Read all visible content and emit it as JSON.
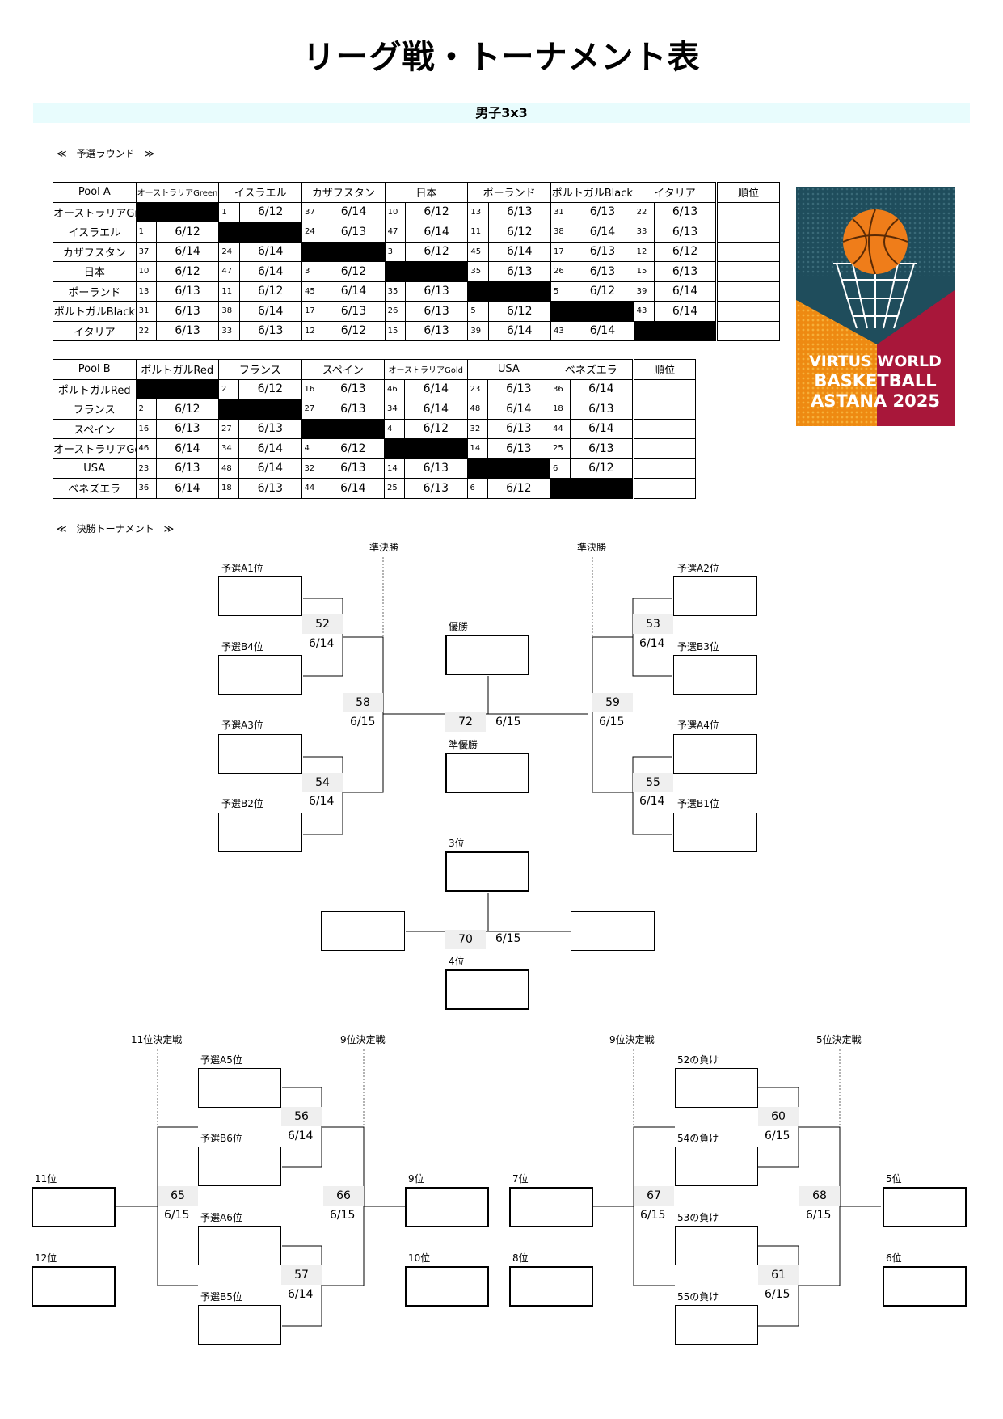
{
  "title": "リーグ戦・トーナメント表",
  "subtitle": "男子3x3",
  "sections": {
    "prelim": "≪　予選ラウンド　≫",
    "final": "≪　決勝トーナメント　≫"
  },
  "poolA": {
    "name": "Pool A",
    "rank_label": "順位",
    "teams": [
      "オーストラリアGreen",
      "イスラエル",
      "カザフスタン",
      "日本",
      "ポーランド",
      "ポルトガルBlack",
      "イタリア"
    ],
    "matrix": [
      [
        null,
        [
          "1",
          "6/12"
        ],
        [
          "37",
          "6/14"
        ],
        [
          "10",
          "6/12"
        ],
        [
          "13",
          "6/13"
        ],
        [
          "31",
          "6/13"
        ],
        [
          "22",
          "6/13"
        ]
      ],
      [
        [
          "1",
          "6/12"
        ],
        null,
        [
          "24",
          "6/13"
        ],
        [
          "47",
          "6/14"
        ],
        [
          "11",
          "6/12"
        ],
        [
          "38",
          "6/14"
        ],
        [
          "33",
          "6/13"
        ]
      ],
      [
        [
          "37",
          "6/14"
        ],
        [
          "24",
          "6/14"
        ],
        null,
        [
          "3",
          "6/12"
        ],
        [
          "45",
          "6/14"
        ],
        [
          "17",
          "6/13"
        ],
        [
          "12",
          "6/12"
        ]
      ],
      [
        [
          "10",
          "6/12"
        ],
        [
          "47",
          "6/14"
        ],
        [
          "3",
          "6/12"
        ],
        null,
        [
          "35",
          "6/13"
        ],
        [
          "26",
          "6/13"
        ],
        [
          "15",
          "6/13"
        ]
      ],
      [
        [
          "13",
          "6/13"
        ],
        [
          "11",
          "6/12"
        ],
        [
          "45",
          "6/14"
        ],
        [
          "35",
          "6/13"
        ],
        null,
        [
          "5",
          "6/12"
        ],
        [
          "39",
          "6/14"
        ]
      ],
      [
        [
          "31",
          "6/13"
        ],
        [
          "38",
          "6/14"
        ],
        [
          "17",
          "6/13"
        ],
        [
          "26",
          "6/13"
        ],
        [
          "5",
          "6/12"
        ],
        null,
        [
          "43",
          "6/14"
        ]
      ],
      [
        [
          "22",
          "6/13"
        ],
        [
          "33",
          "6/13"
        ],
        [
          "12",
          "6/12"
        ],
        [
          "15",
          "6/13"
        ],
        [
          "39",
          "6/14"
        ],
        [
          "43",
          "6/14"
        ],
        null
      ]
    ]
  },
  "poolB": {
    "name": "Pool B",
    "rank_label": "順位",
    "teams": [
      "ポルトガルRed",
      "フランス",
      "スペイン",
      "オーストラリアGold",
      "USA",
      "ベネズエラ"
    ],
    "matrix": [
      [
        null,
        [
          "2",
          "6/12"
        ],
        [
          "16",
          "6/13"
        ],
        [
          "46",
          "6/14"
        ],
        [
          "23",
          "6/13"
        ],
        [
          "36",
          "6/14"
        ]
      ],
      [
        [
          "2",
          "6/12"
        ],
        null,
        [
          "27",
          "6/13"
        ],
        [
          "34",
          "6/14"
        ],
        [
          "48",
          "6/14"
        ],
        [
          "18",
          "6/13"
        ]
      ],
      [
        [
          "16",
          "6/13"
        ],
        [
          "27",
          "6/13"
        ],
        null,
        [
          "4",
          "6/12"
        ],
        [
          "32",
          "6/13"
        ],
        [
          "44",
          "6/14"
        ]
      ],
      [
        [
          "46",
          "6/14"
        ],
        [
          "34",
          "6/14"
        ],
        [
          "4",
          "6/12"
        ],
        null,
        [
          "14",
          "6/13"
        ],
        [
          "25",
          "6/13"
        ]
      ],
      [
        [
          "23",
          "6/13"
        ],
        [
          "48",
          "6/14"
        ],
        [
          "32",
          "6/13"
        ],
        [
          "14",
          "6/13"
        ],
        null,
        [
          "6",
          "6/12"
        ]
      ],
      [
        [
          "36",
          "6/14"
        ],
        [
          "18",
          "6/13"
        ],
        [
          "44",
          "6/14"
        ],
        [
          "25",
          "6/13"
        ],
        [
          "6",
          "6/12"
        ],
        null
      ]
    ]
  },
  "poster": {
    "line1": "VIRTUS WORLD",
    "line2": "BASKETBALL",
    "line3": "ASTANA 2025"
  },
  "bracket": {
    "semis_left": "準決勝",
    "semis_right": "準決勝",
    "champion": "優勝",
    "runner_up": "準優勝",
    "third": "3位",
    "fourth": "4位",
    "seeds": {
      "a1": "予選A1位",
      "b4": "予選B4位",
      "a3": "予選A3位",
      "b2": "予選B2位",
      "a2": "予選A2位",
      "b3": "予選B3位",
      "a4": "予選A4位",
      "b1": "予選B1位"
    },
    "games": {
      "g52": [
        "52",
        "6/14"
      ],
      "g54": [
        "54",
        "6/14"
      ],
      "g53": [
        "53",
        "6/14"
      ],
      "g55": [
        "55",
        "6/14"
      ],
      "g58": [
        "58",
        "6/15"
      ],
      "g59": [
        "59",
        "6/15"
      ],
      "g72": [
        "72",
        "6/15"
      ],
      "g70": [
        "70",
        "6/15"
      ]
    }
  },
  "classification": {
    "h11": "11位決定戦",
    "h9l": "9位決定戦",
    "h9r": "9位決定戦",
    "h5": "5位決定戦",
    "seeds": {
      "a5": "予選A5位",
      "b6": "予選B6位",
      "a6": "予選A6位",
      "b5": "予選B5位",
      "l52": "52の負け",
      "l54": "54の負け",
      "l53": "53の負け",
      "l55": "55の負け"
    },
    "places": {
      "p11": "11位",
      "p12": "12位",
      "p9": "9位",
      "p10": "10位",
      "p7": "7位",
      "p8": "8位",
      "p5": "5位",
      "p6": "6位"
    },
    "games": {
      "g56": [
        "56",
        "6/14"
      ],
      "g57": [
        "57",
        "6/14"
      ],
      "g65": [
        "65",
        "6/15"
      ],
      "g66": [
        "66",
        "6/15"
      ],
      "g60": [
        "60",
        "6/15"
      ],
      "g61": [
        "61",
        "6/15"
      ],
      "g67": [
        "67",
        "6/15"
      ],
      "g68": [
        "68",
        "6/15"
      ]
    }
  }
}
